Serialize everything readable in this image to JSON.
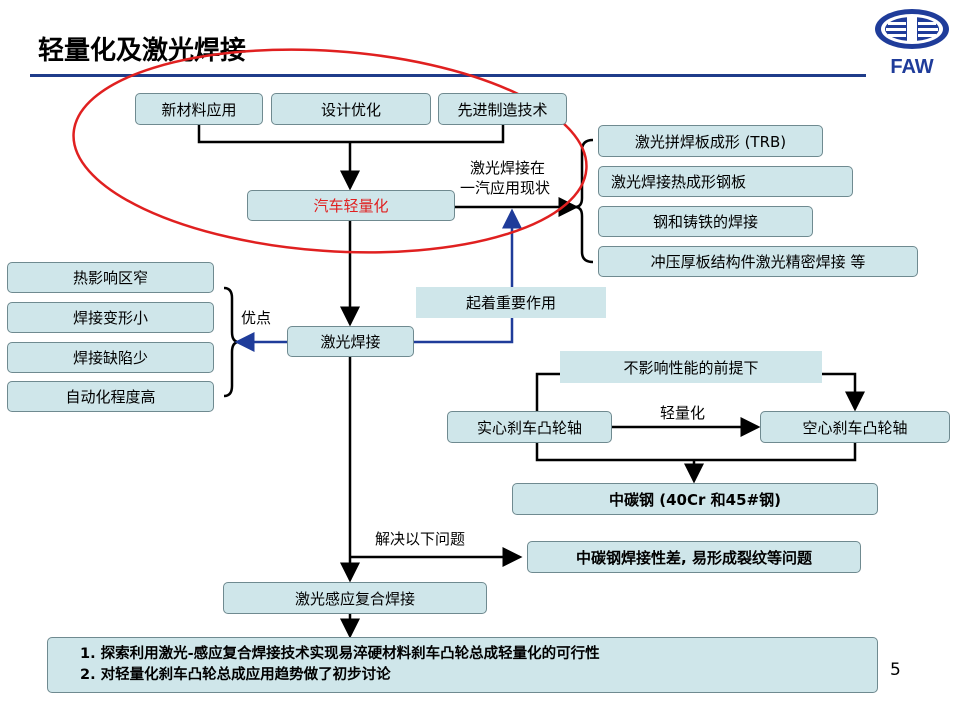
{
  "title": "轻量化及激光焊接",
  "logo": {
    "text": "FAW"
  },
  "top_boxes": [
    "新材料应用",
    "设计优化",
    "先进制造技术"
  ],
  "center": "汽车轻量化",
  "status_label": [
    "激光焊接在",
    "一汽应用现状"
  ],
  "applications": [
    "激光拼焊板成形 (TRB)",
    "激光焊接热成形钢板",
    "钢和铸铁的焊接",
    "冲压厚板结构件激光精密焊接 等"
  ],
  "advantages": [
    "热影响区窄",
    "焊接变形小",
    "焊接缺陷少",
    "自动化程度高"
  ],
  "advantages_label": "优点",
  "important_role": "起着重要作用",
  "laser_welding": "激光焊接",
  "premise": "不影响性能的前提下",
  "solid_shaft": "实心刹车凸轮轴",
  "lightweight_label": "轻量化",
  "hollow_shaft": "空心刹车凸轮轴",
  "medium_carbon": "中碳钢 (40Cr 和45#钢)",
  "solve_label": "解决以下问题",
  "problem": "中碳钢焊接性差, 易形成裂纹等问题",
  "hybrid": "激光感应复合焊接",
  "conclusions": [
    "1. 探索利用激光-感应复合焊接技术实现易淬硬材料刹车凸轮总成轻量化的可行性",
    "2. 对轻量化刹车凸轮总成应用趋势做了初步讨论"
  ],
  "page_number": "5",
  "colors": {
    "box": "#cfe6ea",
    "accent_red": "#e02020",
    "arrow_blue": "#1f3c9a",
    "title_line": "#1f3c8a"
  }
}
